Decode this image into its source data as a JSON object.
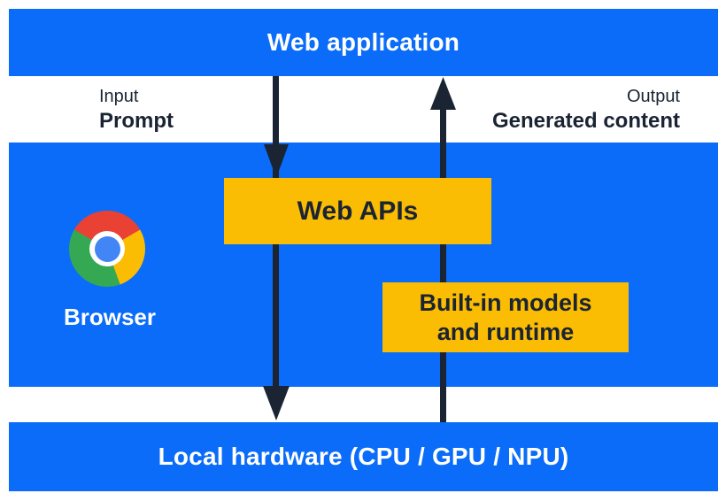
{
  "colors": {
    "blue": "#0a6cf8",
    "yellow": "#fbbc04",
    "navy": "#1a2433",
    "white": "#ffffff",
    "logo-red": "#e94235",
    "logo-yellow": "#fbbc04",
    "logo-green": "#34a853",
    "logo-blue": "#4285f4"
  },
  "top_bar": {
    "label": "Web application"
  },
  "io_labels": {
    "input_title": "Input",
    "input_value": "Prompt",
    "output_title": "Output",
    "output_value": "Generated content"
  },
  "browser_section": {
    "browser_label": "Browser",
    "browser_icon": "chrome-logo-icon",
    "web_apis_label": "Web APIs",
    "builtin_line1": "Built-in models",
    "builtin_line2": "and runtime"
  },
  "arrows": {
    "down_arrow": "prompt-flow-down",
    "up_arrow": "generated-content-flow-up"
  },
  "bottom_bar": {
    "label": "Local hardware (CPU / GPU / NPU)"
  }
}
